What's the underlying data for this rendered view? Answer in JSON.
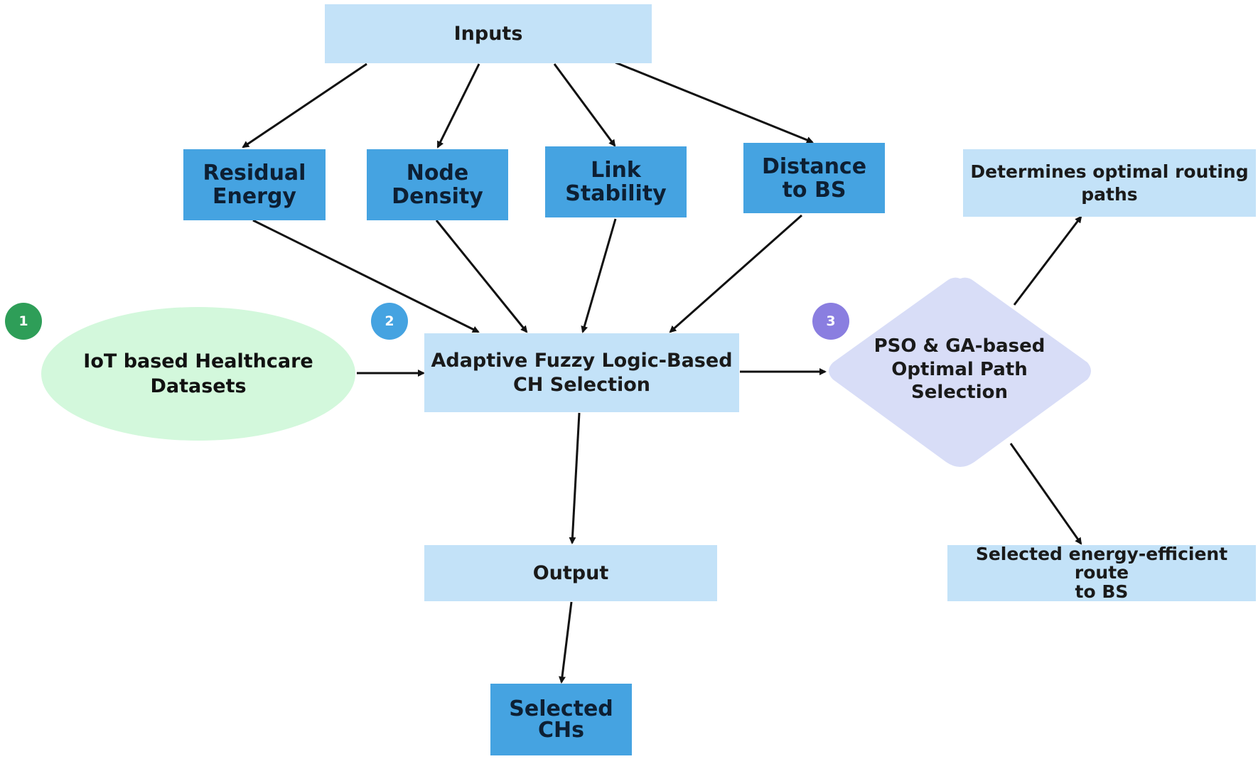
{
  "nodes": {
    "inputs": "Inputs",
    "residual_energy": [
      "Residual",
      "Energy"
    ],
    "node_density": [
      "Node",
      "Density"
    ],
    "link_stability": [
      "Link",
      "Stability"
    ],
    "distance_to_bs": [
      "Distance",
      "to BS"
    ],
    "iot_datasets": [
      "IoT based Healthcare",
      "Datasets"
    ],
    "fuzzy_ch_selection": [
      "Adaptive Fuzzy Logic-Based",
      "CH Selection"
    ],
    "pso_ga": [
      "PSO & GA-based",
      "Optimal Path",
      "Selection"
    ],
    "optimal_routing": [
      "Determines optimal routing",
      "paths"
    ],
    "energy_efficient_route": [
      "Selected energy-efficient route",
      "to BS"
    ],
    "output": "Output",
    "selected_chs": [
      "Selected",
      "CHs"
    ]
  },
  "badges": [
    "1",
    "2",
    "3"
  ],
  "colors": {
    "light_box": "#c3e2f8",
    "dark_box": "#45a3e1",
    "oval": "#d3f8dc",
    "diamond": "#d8ddf7",
    "badge_1": "#2e9e58",
    "badge_2": "#45a3e1",
    "badge_3": "#8a7ee0",
    "arrow": "#111111"
  }
}
